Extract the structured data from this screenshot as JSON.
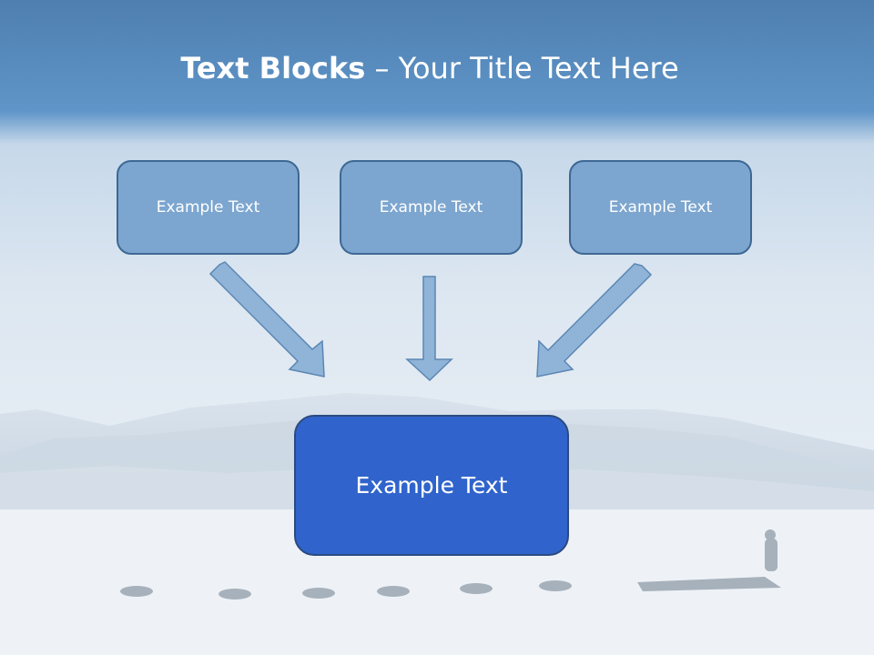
{
  "title": {
    "bold": "Text Blocks",
    "dash": "–",
    "rest": "Your Title Text Here"
  },
  "boxes": {
    "top_left": "Example Text",
    "top_center": "Example Text",
    "top_right": "Example Text",
    "center": "Example Text"
  },
  "colors": {
    "title_band": "#5a8fc4",
    "small_box_fill": "#7ca6cf",
    "small_box_border": "#3e6893",
    "big_box_fill": "#3064cc",
    "big_box_border": "#2b4a80",
    "arrow_fill": "#8fb4d8",
    "arrow_border": "#5b86b3"
  },
  "background": "snow-landscape-with-dog-sled-image"
}
